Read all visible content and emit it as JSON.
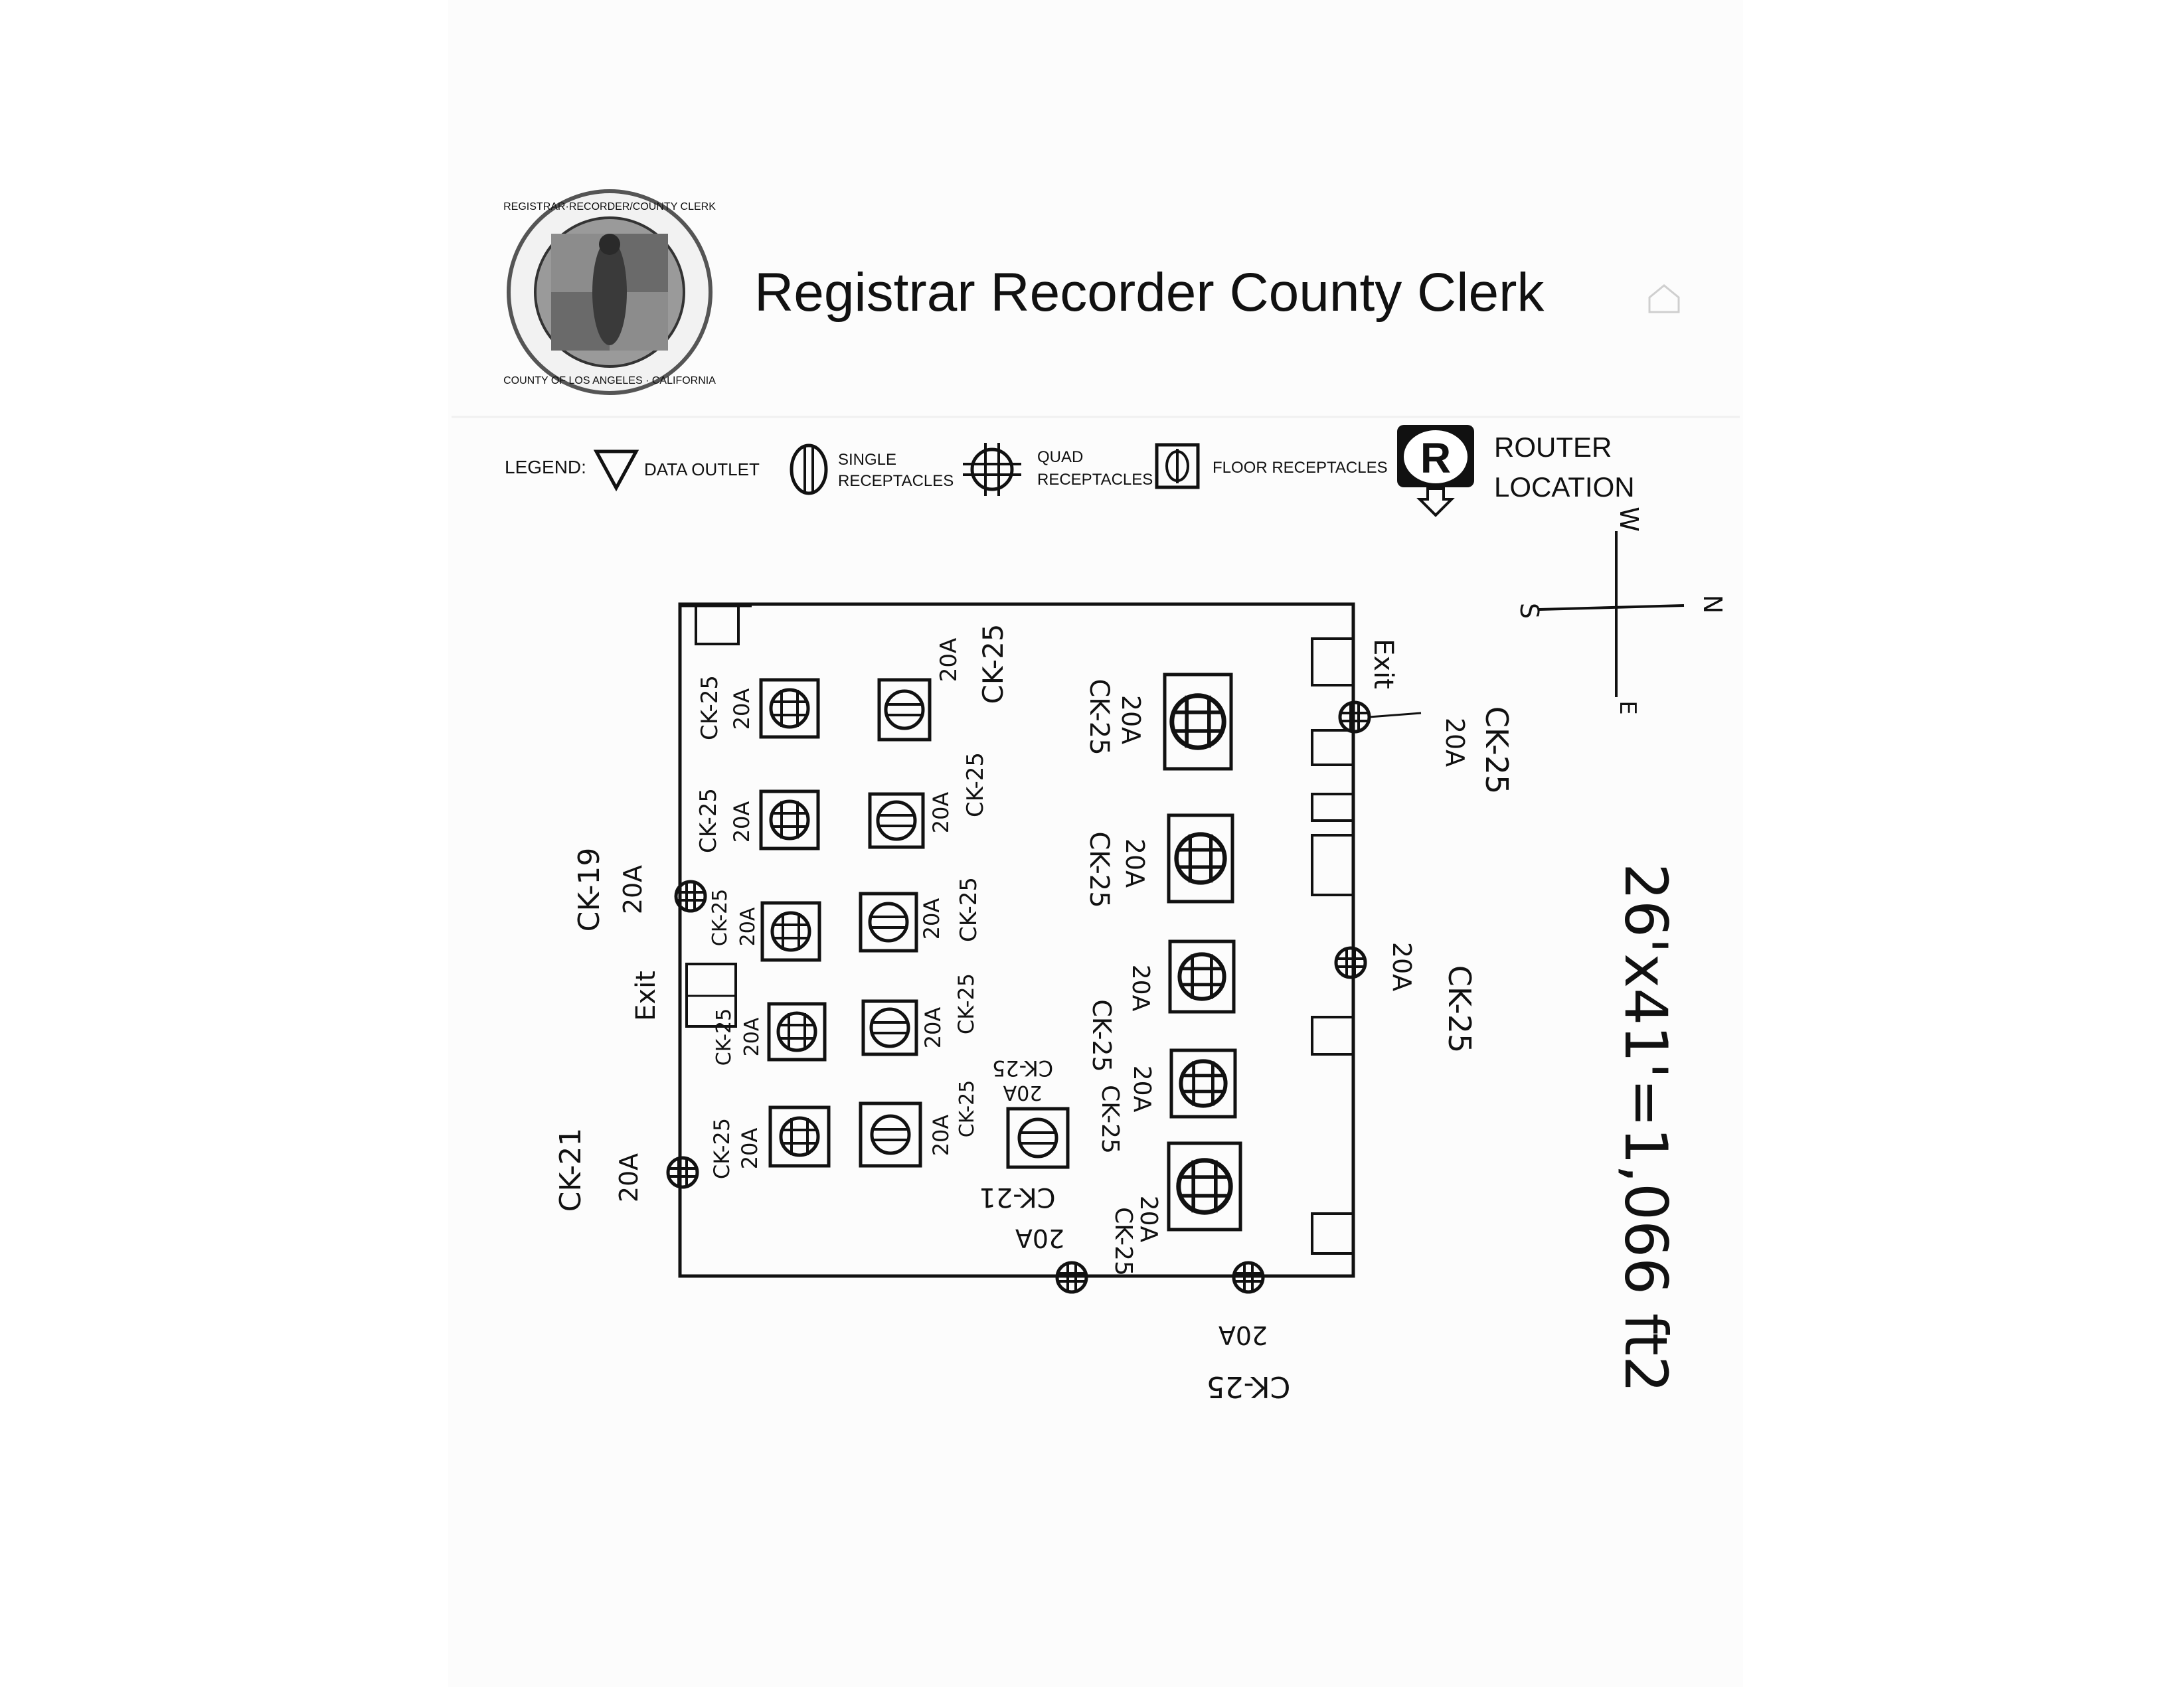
{
  "header": {
    "title": "Registrar Recorder County Clerk",
    "seal_text": "REGISTRAR-RECORDER/COUNTY CLERK · COUNTY OF LOS ANGELES · CALIFORNIA"
  },
  "legend": {
    "label": "LEGEND:",
    "data_outlet": "DATA OUTLET",
    "single_1": "SINGLE",
    "single_2": "RECEPTACLES",
    "quad_1": "QUAD",
    "quad_2": "RECEPTACLES",
    "floor": "FLOOR RECEPTACLES",
    "router_1": "ROUTER",
    "router_2": "LOCATION",
    "router_letter": "R"
  },
  "compass": {
    "w": "W",
    "s": "S",
    "n": "N",
    "e": "E"
  },
  "dimensions": "26'x41'=1,066 ft2",
  "labels": {
    "ck25": "CK-25",
    "ck19": "CK-19",
    "ck21": "CK-21",
    "amp": "20A",
    "exit": "Exit"
  },
  "colors": {
    "ink": "#111111",
    "paper": "#fcfcfc"
  }
}
